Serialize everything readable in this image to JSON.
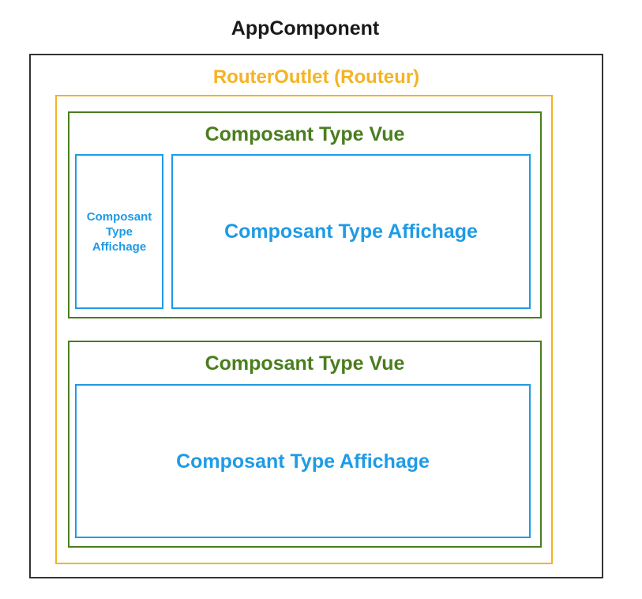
{
  "colors": {
    "router": "#f5b324",
    "vue": "#4a7d1e",
    "affichage": "#1e9be6",
    "app": "#333333"
  },
  "app_component": {
    "title": "AppComponent"
  },
  "router_outlet": {
    "title": "RouterOutlet (Routeur)"
  },
  "vues": [
    {
      "title": "Composant Type Vue",
      "affichages": [
        {
          "label": "Composant Type Affichage"
        },
        {
          "label": "Composant Type Affichage"
        }
      ]
    },
    {
      "title": "Composant Type Vue",
      "affichages": [
        {
          "label": "Composant Type Affichage"
        }
      ]
    }
  ]
}
